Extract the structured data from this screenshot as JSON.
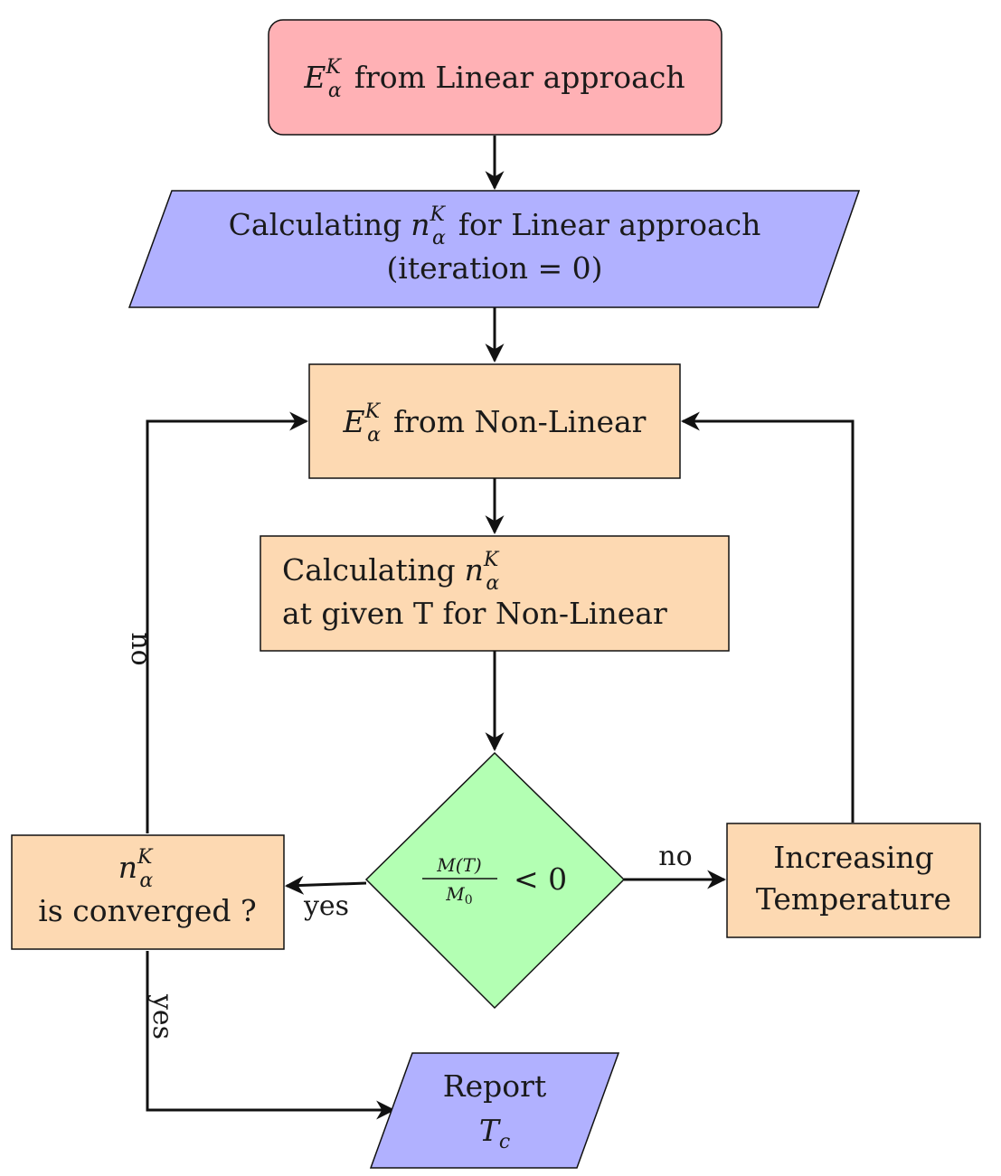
{
  "colors": {
    "start": "#ffb1b5",
    "io": "#b1b1ff",
    "process": "#fdd9b2",
    "decision": "#b3ffb3",
    "stroke": "#111111"
  },
  "nodes": {
    "start": {
      "symbol": "E",
      "sub": "α",
      "sup": "K",
      "text": "from Linear approach"
    },
    "linear_calc": {
      "prefix": "Calculating",
      "symbol": "n",
      "sub": "α",
      "sup": "K",
      "suffix": "for Linear approach",
      "line2": "(iteration = 0)"
    },
    "nonlinear": {
      "symbol": "E",
      "sub": "α",
      "sup": "K",
      "text": "from Non-Linear"
    },
    "nonlinear_calc": {
      "prefix": "Calculating",
      "symbol": "n",
      "sub": "α",
      "sup": "K",
      "line2": "at given T for Non-Linear"
    },
    "decision": {
      "numerator": "M(T)",
      "denominator": "M",
      "den_sub": "0",
      "relation": "< 0"
    },
    "increasing": {
      "line1": "Increasing",
      "line2": "Temperature"
    },
    "converged": {
      "symbol": "n",
      "sub": "α",
      "sup": "K",
      "line2": "is converged ?"
    },
    "report": {
      "line1": "Report",
      "symbol": "T",
      "sub": "c"
    }
  },
  "edge_labels": {
    "decision_no": "no",
    "decision_yes": "yes",
    "converged_no": "no",
    "converged_yes": "yes"
  }
}
